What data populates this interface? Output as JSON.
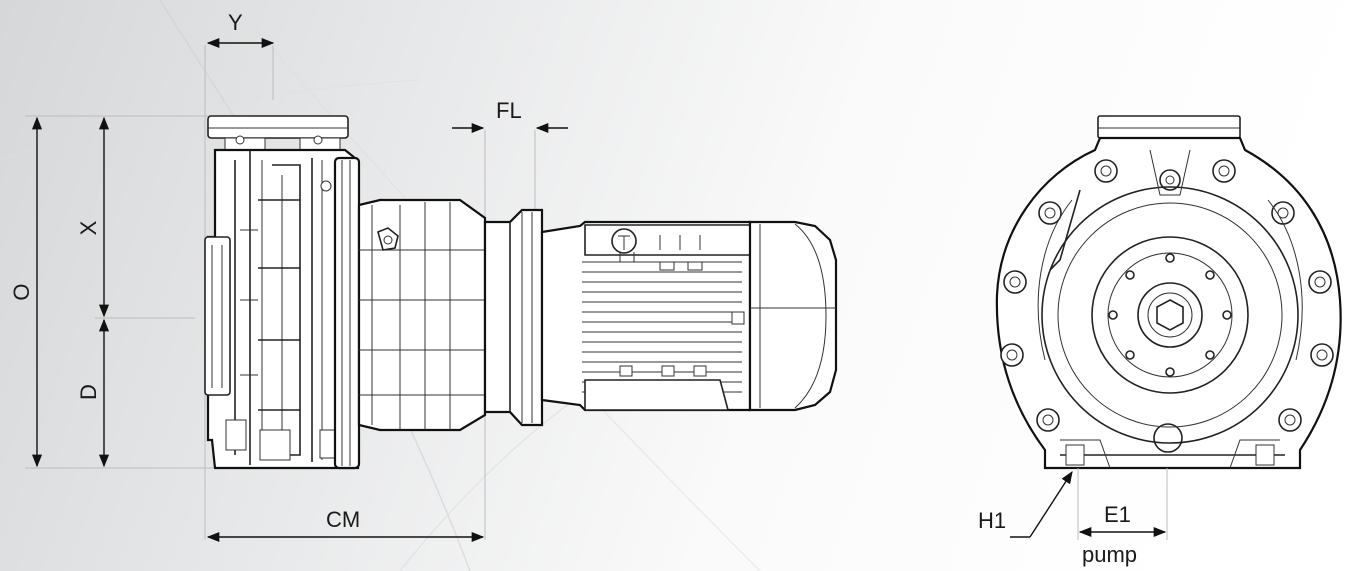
{
  "labels": {
    "y": "Y",
    "fl": "FL",
    "x": "X",
    "o": "O",
    "d": "D",
    "cm": "CM",
    "h1": "H1",
    "e1": "E1",
    "pump": "pump"
  },
  "colors": {
    "background_left": "#d9dadb",
    "background_right": "#ffffff",
    "line": "#1a1a1a",
    "extension_line": "#bdbdbd"
  }
}
